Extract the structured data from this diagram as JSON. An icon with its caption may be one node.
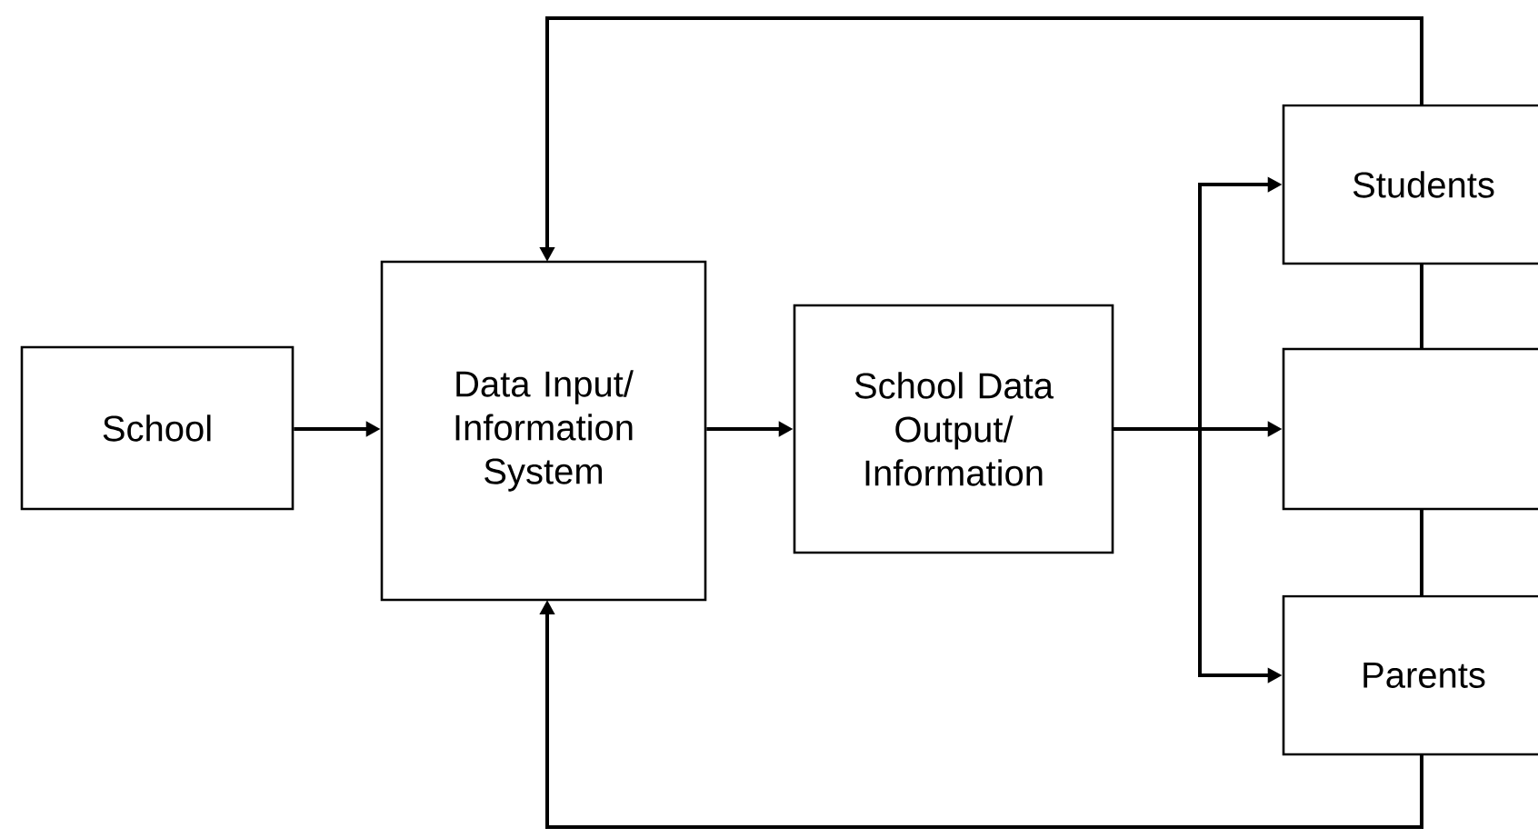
{
  "diagram": {
    "nodes": [
      {
        "text": [
          "School"
        ]
      },
      {
        "text": [
          "Data Input/ Information System"
        ]
      },
      {
        "text": [
          "School Data Output/ Information"
        ]
      },
      {
        "text": [
          "Students"
        ]
      },
      {
        "text": [],
        "shape": "box"
      },
      {
        "text": [
          "Parents"
        ]
      }
    ],
    "edges": [
      {
        "from": 0,
        "to": 1,
        "arrow": "to"
      },
      {
        "from": 1,
        "to": 2,
        "arrow": "to"
      },
      {
        "from": 2,
        "to": 3,
        "arrow": "to"
      },
      {
        "from": 2,
        "to": 4,
        "arrow": "to"
      },
      {
        "from": 2,
        "to": 5,
        "arrow": "to"
      },
      {
        "from": 3,
        "to": 1,
        "arrow": "to"
      },
      {
        "from": 5,
        "to": 1,
        "arrow": "to"
      },
      {
        "from": 3,
        "to": 4,
        "arrow": "none"
      },
      {
        "from": 4,
        "to": 5,
        "arrow": "none"
      }
    ]
  }
}
